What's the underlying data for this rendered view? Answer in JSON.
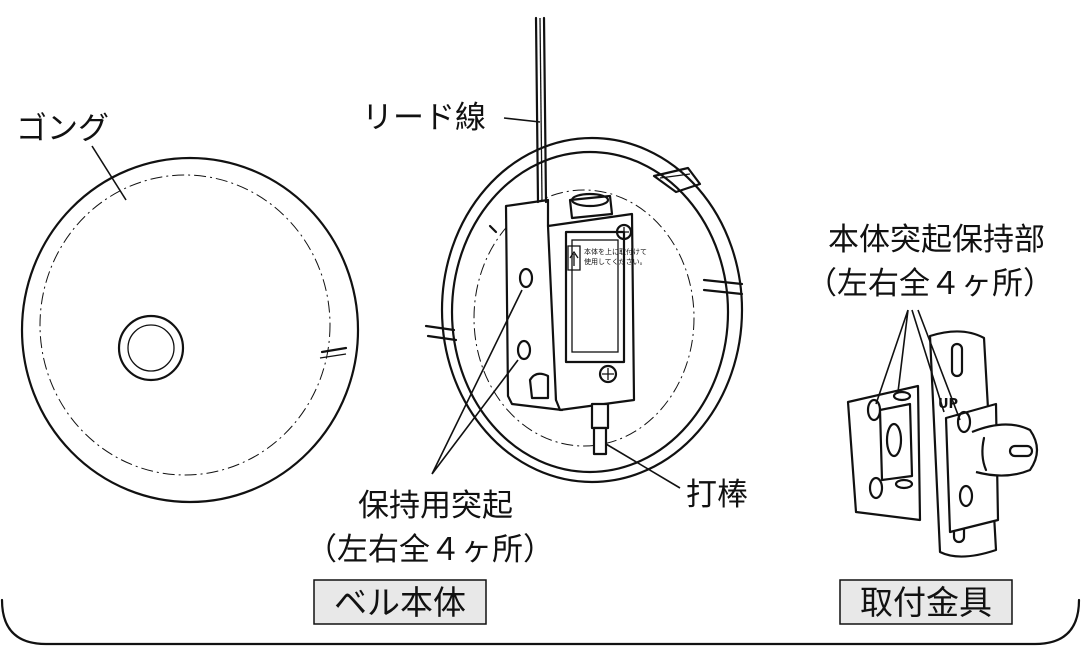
{
  "labels": {
    "gong": "ゴング",
    "lead_wire": "リード線",
    "holding_projection_line1": "保持用突起",
    "holding_projection_line2": "（左右全４ヶ所）",
    "striker": "打棒",
    "body_projection_holder_line1": "本体突起保持部",
    "body_projection_holder_line2": "（左右全４ヶ所）",
    "bracket_up_mark": "UP",
    "module_caption_line1": "本体を上に取付けて",
    "module_caption_line2": "使用してください。"
  },
  "captions": {
    "bell_body": "ベル本体",
    "mounting_bracket": "取付金具"
  },
  "colors": {
    "line": "#111111",
    "caption_box_fill": "#e8e8e8",
    "background": "#ffffff"
  }
}
